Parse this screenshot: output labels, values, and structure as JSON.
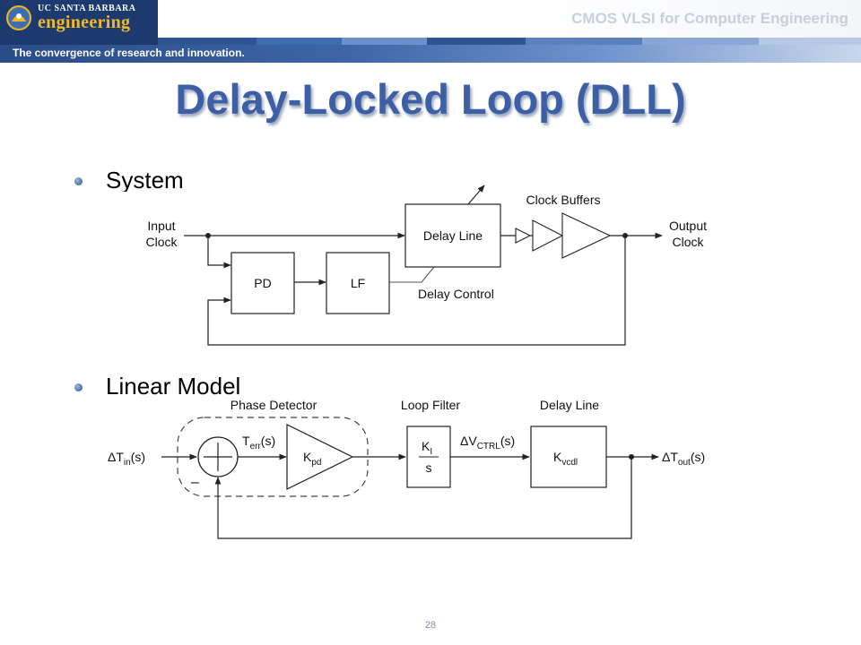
{
  "header": {
    "logo_line1": "UC SANTA BARBARA",
    "logo_line2": "engineering",
    "course_title": "CMOS VLSI for Computer Engineering",
    "tagline": "The convergence of research and innovation."
  },
  "slide": {
    "title": "Delay-Locked Loop (DLL)",
    "bullets": [
      "System",
      "Linear Model"
    ],
    "page_number": "28"
  },
  "system_diagram": {
    "input_clock": [
      "Input",
      "Clock"
    ],
    "output_clock": [
      "Output",
      "Clock"
    ],
    "pd": "PD",
    "lf": "LF",
    "delay_line": "Delay Line",
    "clock_buffers": "Clock Buffers",
    "delay_control": "Delay Control"
  },
  "linear_model": {
    "phase_detector": "Phase Detector",
    "loop_filter": "Loop Filter",
    "delay_line": "Delay Line",
    "input": {
      "base": "ΔT",
      "sub": "in",
      "rest": "(s)"
    },
    "error": {
      "base": "T",
      "sub": "err",
      "rest": "(s)"
    },
    "kpd": {
      "base": "K",
      "sub": "pd"
    },
    "filter_num": {
      "base": "K",
      "sub": "I"
    },
    "filter_den": "s",
    "vctrl": {
      "base": "ΔV",
      "sub": "CTRL",
      "rest": "(s)"
    },
    "kvcdl": {
      "base": "K",
      "sub": "vcdl"
    },
    "output": {
      "base": "ΔT",
      "sub": "out",
      "rest": "(s)"
    },
    "minus_sign": "–"
  },
  "colors": {
    "banner_dark": "#1d3a6e",
    "logo_gold": "#f2b824",
    "title_blue": "#3c5fa5",
    "course_title_gray": "#c9ced8"
  },
  "icons": {
    "seal": "ucsb-seal-icon",
    "bullet": "bullet-dot-icon"
  }
}
